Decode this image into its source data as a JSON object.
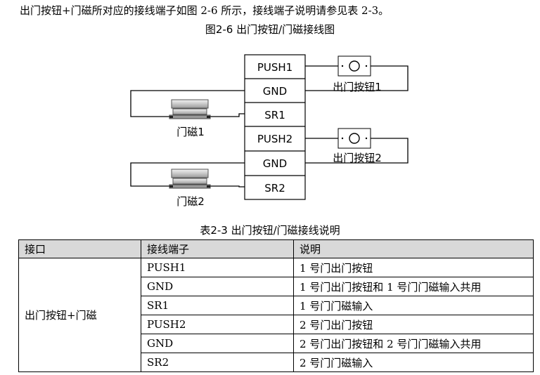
{
  "intro_text": "出门按钮+门磁所对应的接线端子如图 2-6 所示，接线端子说明请参见表 2-3。",
  "figure_caption": "图2-6  出门按钮/门磁接线图",
  "diagram": {
    "terminals": [
      "PUSH1",
      "GND",
      "SR1",
      "PUSH2",
      "GND",
      "SR2"
    ],
    "exit_button_1_label": "出门按钮1",
    "exit_button_2_label": "出门按钮2",
    "door_sensor_1_label": "门磁1",
    "door_sensor_2_label": "门磁2"
  },
  "table_caption": "表2-3  出门按钮/门磁接线说明",
  "table": {
    "headers": [
      "接口",
      "接线端子",
      "说明"
    ],
    "interface": "出门按钮+门磁",
    "rows": [
      {
        "terminal": "PUSH1",
        "desc": "1 号门出门按钮"
      },
      {
        "terminal": "GND",
        "desc": "1 号门出门按钮和 1 号门门磁输入共用"
      },
      {
        "terminal": "SR1",
        "desc": "1 号门门磁输入"
      },
      {
        "terminal": "PUSH2",
        "desc": "2 号门出门按钮"
      },
      {
        "terminal": "GND",
        "desc": "2 号门出门按钮和 2 号门门磁输入共用"
      },
      {
        "terminal": "SR2",
        "desc": "2 号门门磁输入"
      }
    ]
  }
}
